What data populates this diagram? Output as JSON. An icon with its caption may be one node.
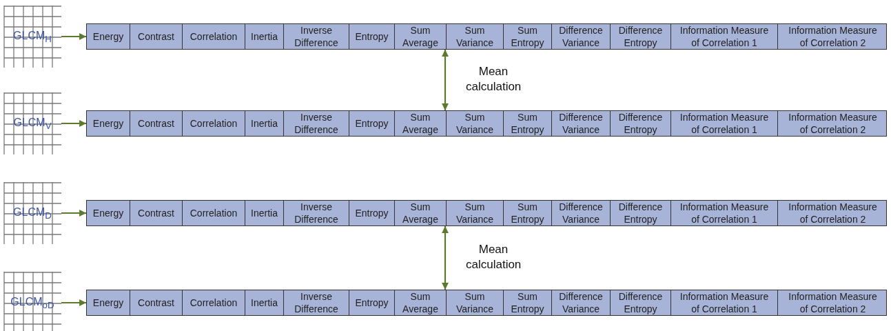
{
  "diagram": {
    "nodes": [
      {
        "text": [
          "GLCM$_{H}$"
        ]
      },
      {
        "text": [],
        "shape": "bar"
      },
      {
        "text": [
          "Energy"
        ],
        "in": 1
      },
      {
        "text": [
          "Contrast"
        ],
        "in": 1
      },
      {
        "text": [
          "Correlation"
        ],
        "in": 1
      },
      {
        "text": [
          "Inertia"
        ],
        "in": 1
      },
      {
        "text": [
          "Inverse Difference"
        ],
        "in": 1
      },
      {
        "text": [
          "Entropy"
        ],
        "in": 1
      },
      {
        "text": [
          "Sum Average"
        ],
        "in": 1
      },
      {
        "text": [
          "Sum Variance"
        ],
        "in": 1
      },
      {
        "text": [
          "Sum Entropy"
        ],
        "in": 1
      },
      {
        "text": [
          "Difference Variance"
        ],
        "in": 1
      },
      {
        "text": [
          "Difference Entropy"
        ],
        "in": 1
      },
      {
        "text": [
          "Information Measure of Correlation 1"
        ],
        "in": 1
      },
      {
        "text": [
          "Information Measure of Correlation 2"
        ],
        "in": 1
      },
      {
        "text": [
          "GLCM$_{V}$"
        ]
      },
      {
        "text": [],
        "shape": "bar"
      },
      {
        "text": [
          "Energy"
        ],
        "in": 16
      },
      {
        "text": [
          "Contrast"
        ],
        "in": 16
      },
      {
        "text": [
          "Correlation"
        ],
        "in": 16
      },
      {
        "text": [
          "Inertia"
        ],
        "in": 16
      },
      {
        "text": [
          "Inverse Difference"
        ],
        "in": 16
      },
      {
        "text": [
          "Entropy"
        ],
        "in": 16
      },
      {
        "text": [
          "Sum Average"
        ],
        "in": 16
      },
      {
        "text": [
          "Sum Variance"
        ],
        "in": 16
      },
      {
        "text": [
          "Sum Entropy"
        ],
        "in": 16
      },
      {
        "text": [
          "Difference Variance"
        ],
        "in": 16
      },
      {
        "text": [
          "Difference Entropy"
        ],
        "in": 16
      },
      {
        "text": [
          "Information Measure of Correlation 1"
        ],
        "in": 16
      },
      {
        "text": [
          "Information Measure of Correlation 2"
        ],
        "in": 16
      },
      {
        "text": [
          "GLCM$_{D}$"
        ]
      },
      {
        "text": [],
        "shape": "bar"
      },
      {
        "text": [
          "Energy"
        ],
        "in": 31
      },
      {
        "text": [
          "Contrast"
        ],
        "in": 31
      },
      {
        "text": [
          "Correlation"
        ],
        "in": 31
      },
      {
        "text": [
          "Inertia"
        ],
        "in": 31
      },
      {
        "text": [
          "Inverse Difference"
        ],
        "in": 31
      },
      {
        "text": [
          "Entropy"
        ],
        "in": 31
      },
      {
        "text": [
          "Sum Average"
        ],
        "in": 31
      },
      {
        "text": [
          "Sum Variance"
        ],
        "in": 31
      },
      {
        "text": [
          "Sum Entropy"
        ],
        "in": 31
      },
      {
        "text": [
          "Difference Variance"
        ],
        "in": 31
      },
      {
        "text": [
          "Difference Entropy"
        ],
        "in": 31
      },
      {
        "text": [
          "Information Measure of Correlation 1"
        ],
        "in": 31
      },
      {
        "text": [
          "Information Measure of Correlation 2"
        ],
        "in": 31
      },
      {
        "text": [
          "GLCM$_{oD}$"
        ]
      },
      {
        "text": [],
        "shape": "bar"
      },
      {
        "text": [
          "Energy"
        ],
        "in": 46
      },
      {
        "text": [
          "Contrast"
        ],
        "in": 46
      },
      {
        "text": [
          "Correlation"
        ],
        "in": 46
      },
      {
        "text": [
          "Inertia"
        ],
        "in": 46
      },
      {
        "text": [
          "Inverse Difference"
        ],
        "in": 46
      },
      {
        "text": [
          "Entropy"
        ],
        "in": 46
      },
      {
        "text": [
          "Sum Average"
        ],
        "in": 46
      },
      {
        "text": [
          "Sum Variance"
        ],
        "in": 46
      },
      {
        "text": [
          "Sum Entropy"
        ],
        "in": 46
      },
      {
        "text": [
          "Difference Variance"
        ],
        "in": 46
      },
      {
        "text": [
          "Difference Entropy"
        ],
        "in": 46
      },
      {
        "text": [
          "Information Measure of Correlation 1"
        ],
        "in": 46
      },
      {
        "text": [
          "Information Measure of Correlation 2"
        ],
        "in": 46
      }
    ],
    "edges": [
      {
        "from": 0,
        "to": 1,
        "arrow": "to"
      },
      {
        "from": 15,
        "to": 16,
        "arrow": "to"
      },
      {
        "from": 30,
        "to": 31,
        "arrow": "to"
      },
      {
        "from": 45,
        "to": 46,
        "arrow": "to"
      },
      {
        "from": 1,
        "to": 16,
        "arrow": "both",
        "label": "Mean calculation"
      },
      {
        "from": 31,
        "to": 46,
        "arrow": "both",
        "label": "Mean calculation"
      }
    ]
  }
}
